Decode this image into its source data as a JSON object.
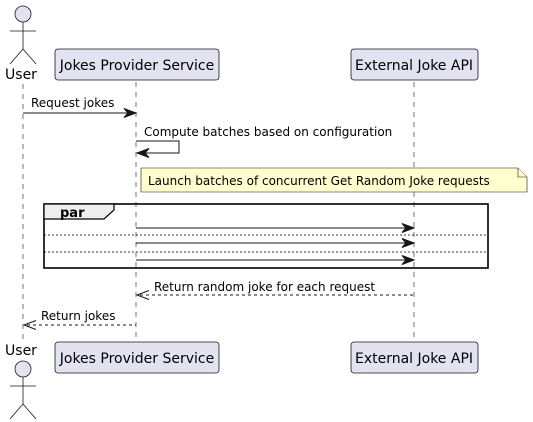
{
  "participants": {
    "user": {
      "label": "User"
    },
    "provider": {
      "label": "Jokes Provider Service"
    },
    "api": {
      "label": "External Joke API"
    }
  },
  "messages": {
    "request": {
      "label": "Request jokes"
    },
    "compute": {
      "label": "Compute batches based on configuration"
    },
    "return_random": {
      "label": "Return random joke for each request"
    },
    "return_jokes": {
      "label": "Return jokes"
    }
  },
  "note": {
    "text": "Launch batches of concurrent Get Random Joke requests"
  },
  "par": {
    "label": "par",
    "branch_count": 3
  },
  "colors": {
    "participant_fill": "#e2e2f0",
    "note_fill": "#fefece",
    "frame_tab_fill": "#eeeeee",
    "line": "#181818"
  }
}
